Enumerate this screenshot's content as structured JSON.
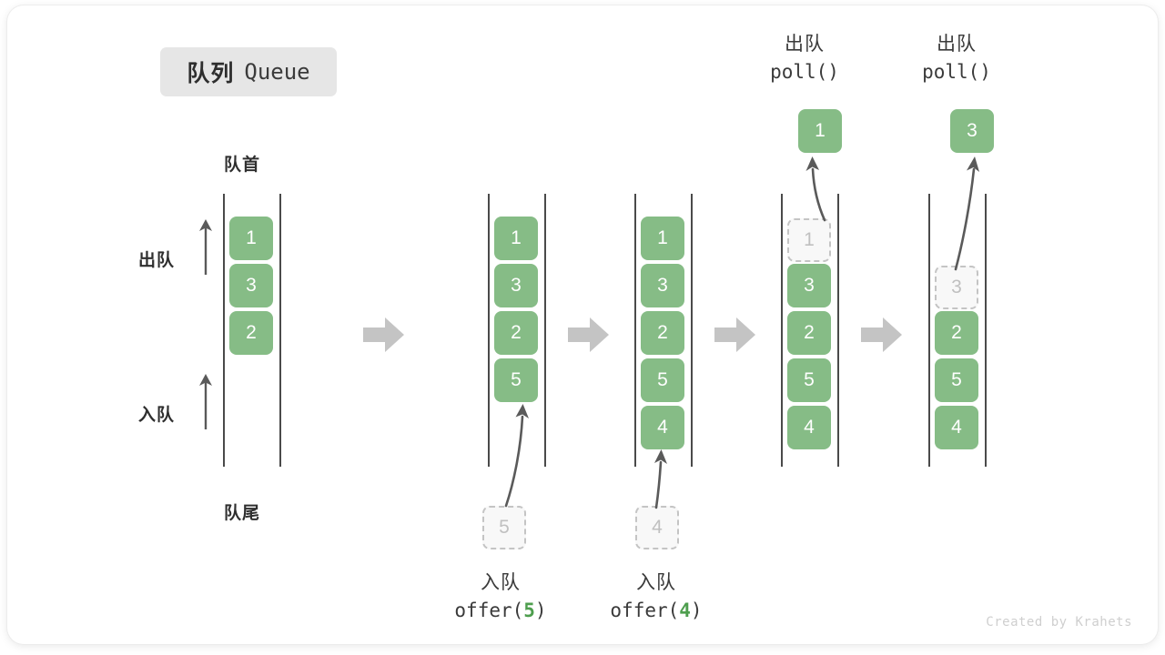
{
  "title": {
    "cn": "队列",
    "en": "Queue"
  },
  "labels": {
    "head": "队首",
    "tail": "队尾",
    "dequeue_side": "出队",
    "enqueue_side": "入队"
  },
  "credit": "Created by Krahets",
  "colors": {
    "cell_green": "#86bc86",
    "ghost_fill": "#f8f8f8",
    "ghost_border": "#c4c4c4",
    "rail": "#4a4a4a",
    "step_arrow": "#c4c4c4",
    "accent_text": "#4e9e4e",
    "badge_bg": "#e6e6e6"
  },
  "steps": [
    {
      "id": "initial",
      "cells": [
        "1",
        "3",
        "2"
      ],
      "ghost_index": -1,
      "caption": null,
      "incoming": null,
      "result": null
    },
    {
      "id": "offer-5",
      "cells": [
        "1",
        "3",
        "2",
        "5"
      ],
      "ghost_index": -1,
      "caption": {
        "cn": "入队",
        "code_prefix": "offer(",
        "arg": "5",
        "code_suffix": ")"
      },
      "incoming": "5",
      "result": null
    },
    {
      "id": "offer-4",
      "cells": [
        "1",
        "3",
        "2",
        "5",
        "4"
      ],
      "ghost_index": -1,
      "caption": {
        "cn": "入队",
        "code_prefix": "offer(",
        "arg": "4",
        "code_suffix": ")"
      },
      "incoming": "4",
      "result": null
    },
    {
      "id": "poll-1",
      "cells": [
        "1",
        "3",
        "2",
        "5",
        "4"
      ],
      "ghost_index": 0,
      "caption": {
        "cn": "出队",
        "code_prefix": "poll(",
        "arg": "",
        "code_suffix": ")"
      },
      "incoming": null,
      "result": "1"
    },
    {
      "id": "poll-3",
      "cells": [
        "3",
        "2",
        "5",
        "4"
      ],
      "ghost_index": 0,
      "caption": {
        "cn": "出队",
        "code_prefix": "poll(",
        "arg": "",
        "code_suffix": ")"
      },
      "incoming": null,
      "result": "3"
    }
  ]
}
